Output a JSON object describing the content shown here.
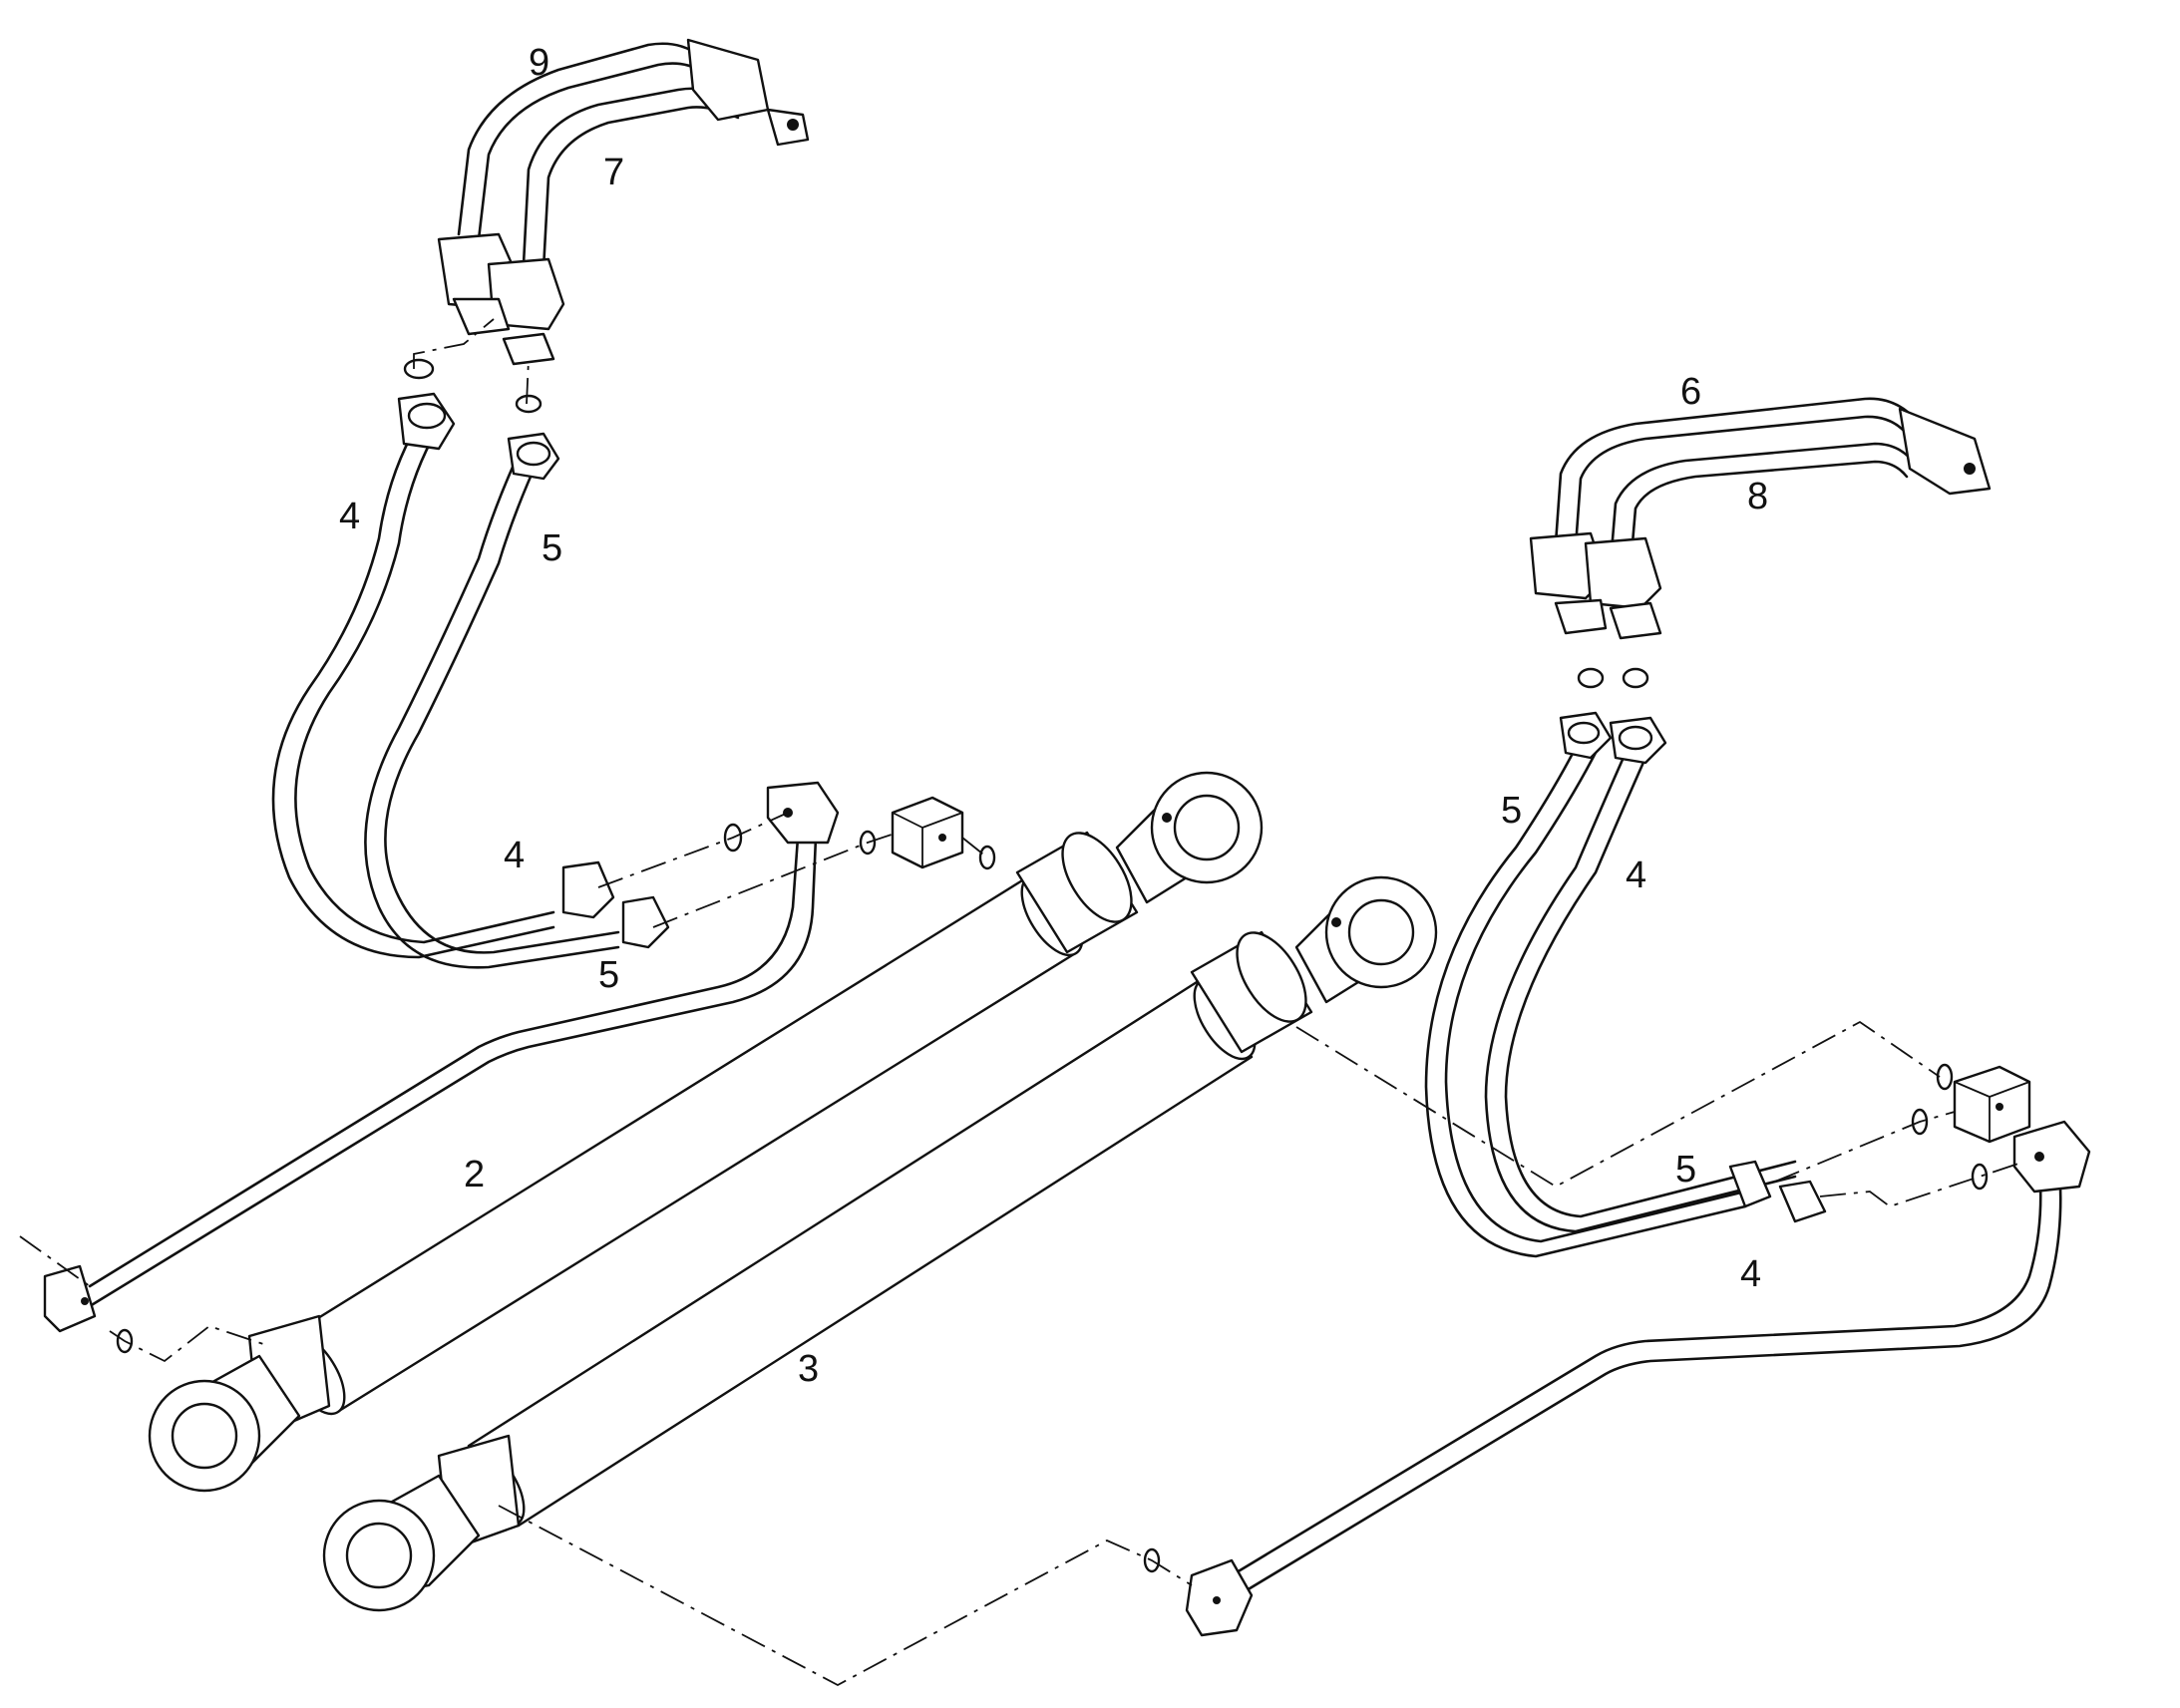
{
  "callouts": {
    "c9": "9",
    "c7": "7",
    "c4a": "4",
    "c5a": "5",
    "c4b": "4",
    "c5b": "5",
    "c2": "2",
    "c3": "3",
    "c6": "6",
    "c8": "8",
    "c5c": "5",
    "c4c": "4",
    "c5d": "5",
    "c4d": "4"
  },
  "colors": {
    "line": "#111111",
    "background": "#ffffff"
  }
}
